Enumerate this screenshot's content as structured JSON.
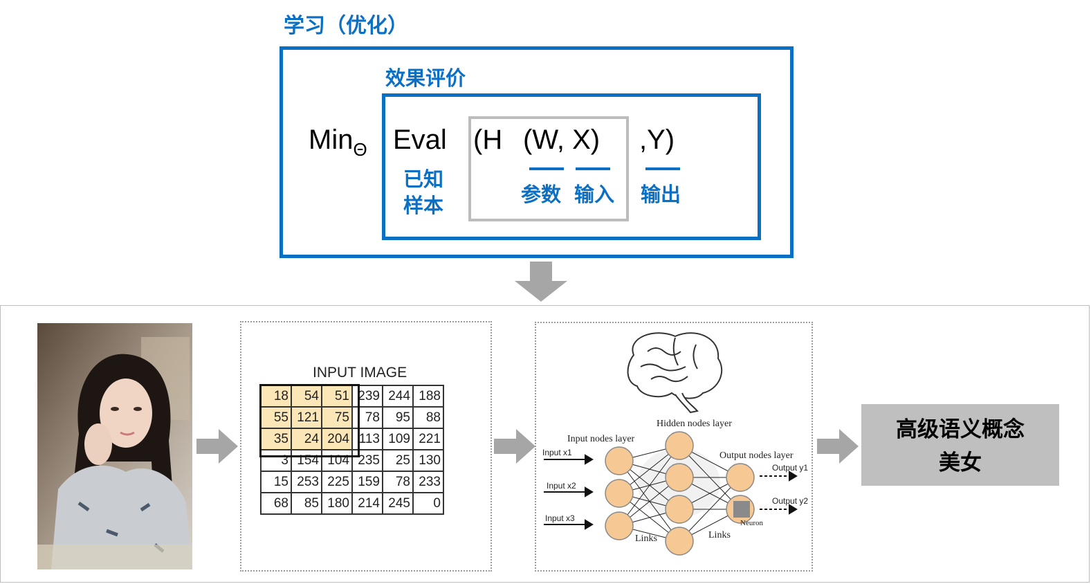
{
  "top": {
    "learning_label": "学习（优化）",
    "eval_label": "效果评价",
    "formula": {
      "min": "Min",
      "theta": "Θ",
      "eval": "Eval",
      "h_open": "(H",
      "w_x": "(W,  X)",
      "y": ",Y)"
    },
    "annotations": {
      "known_line1": "已知",
      "known_line2": "样本",
      "params": "参数",
      "input": "输入",
      "output": "输出"
    }
  },
  "bottom": {
    "input_image": {
      "title": "INPUT IMAGE",
      "rows": [
        [
          "18",
          "54",
          "51",
          "239",
          "244",
          "188"
        ],
        [
          "55",
          "121",
          "75",
          "78",
          "95",
          "88"
        ],
        [
          "35",
          "24",
          "204",
          "113",
          "109",
          "221"
        ],
        [
          "3",
          "154",
          "104",
          "235",
          "25",
          "130"
        ],
        [
          "15",
          "253",
          "225",
          "159",
          "78",
          "233"
        ],
        [
          "68",
          "85",
          "180",
          "214",
          "245",
          "0"
        ]
      ]
    },
    "network": {
      "hidden_layer": "Hidden nodes layer",
      "input_layer": "Input nodes layer",
      "output_layer": "Output nodes layer",
      "input_x1": "Input x1",
      "input_x2": "Input x2",
      "input_x3": "Input x3",
      "output_y1": "Output y1",
      "output_y2": "Output y2",
      "links_1": "Links",
      "links_2": "Links",
      "neuron": "Neuron"
    },
    "concept": {
      "line1": "高级语义概念",
      "line2": "美女"
    }
  },
  "colors": {
    "accent_blue": "#0b6fc4",
    "arrow_gray": "#a6a6a6",
    "concept_box": "#bfbfbf",
    "node_fill": "#f5c894"
  }
}
